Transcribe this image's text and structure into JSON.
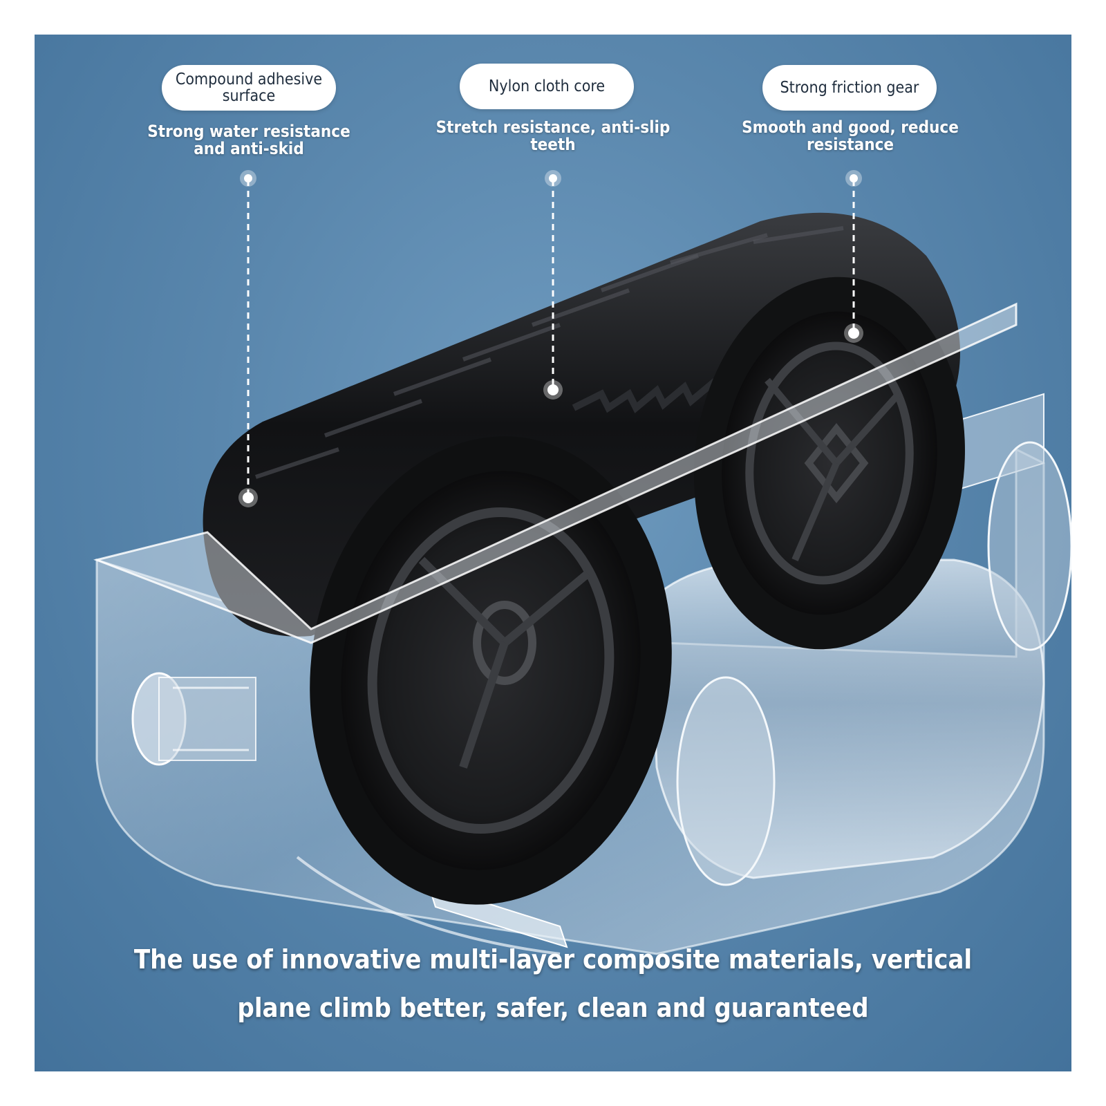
{
  "callouts": [
    {
      "title": "Compound adhesive surface",
      "description": "Strong water resistance and anti-skid"
    },
    {
      "title": "Nylon cloth core",
      "description": "Stretch resistance, anti-slip teeth"
    },
    {
      "title": "Strong friction gear",
      "description": "Smooth and good, reduce resistance"
    }
  ],
  "caption": {
    "line1": "The use of innovative multi-layer composite materials, vertical",
    "line2": "plane climb better, safer, clean and guaranteed"
  },
  "colors": {
    "background": "#5a87ad",
    "track": "#151618",
    "housing": "#cfdbe6",
    "label_fill": "#ffffff",
    "label_text": "#1f2d3d"
  }
}
